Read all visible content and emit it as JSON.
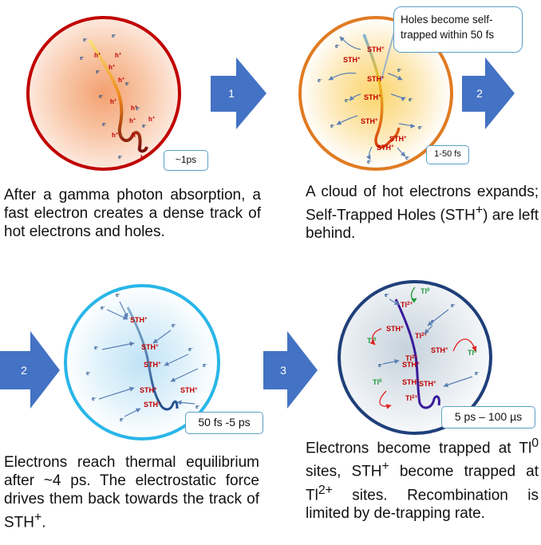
{
  "steps": [
    "1",
    "2",
    "2",
    "3"
  ],
  "timeboxes": {
    "p1": "~1ps",
    "p2_top": "Holes become self-trapped within  50 fs",
    "p2_bottom": "1-50 fs",
    "p3": "50 fs -5 ps",
    "p4": "5 ps – 100 µs"
  },
  "symbols": {
    "electron": "e-",
    "hole": "h+",
    "sth": "STH+",
    "tl0": "Tl0",
    "tl2": "Tl2+"
  },
  "captions": {
    "p1": "After a gamma photon absorption, a fast electron creates a dense track of hot electrons and holes.",
    "p2": "A cloud of hot electrons expands; Self-Trapped Holes (STH+) are left behind.",
    "p3": "Electrons reach thermal equilibrium after ~4 ps. The electrostatic force drives them back towards the track of STH+.",
    "p4": "Electrons become trapped at Tl0 sites, STH+ become trapped at Tl2+ sites. Recombination is limited by de-trapping rate."
  },
  "colors": {
    "panel1_ring": "#c00000",
    "panel2_ring": "#e07b22",
    "panel3_ring": "#29b6e8",
    "panel4_ring": "#1f3f7a",
    "step_arrow": "#4472c4",
    "electron": "#1f4e8c",
    "sth": "#c00000",
    "tl0": "#1f9a3a"
  }
}
